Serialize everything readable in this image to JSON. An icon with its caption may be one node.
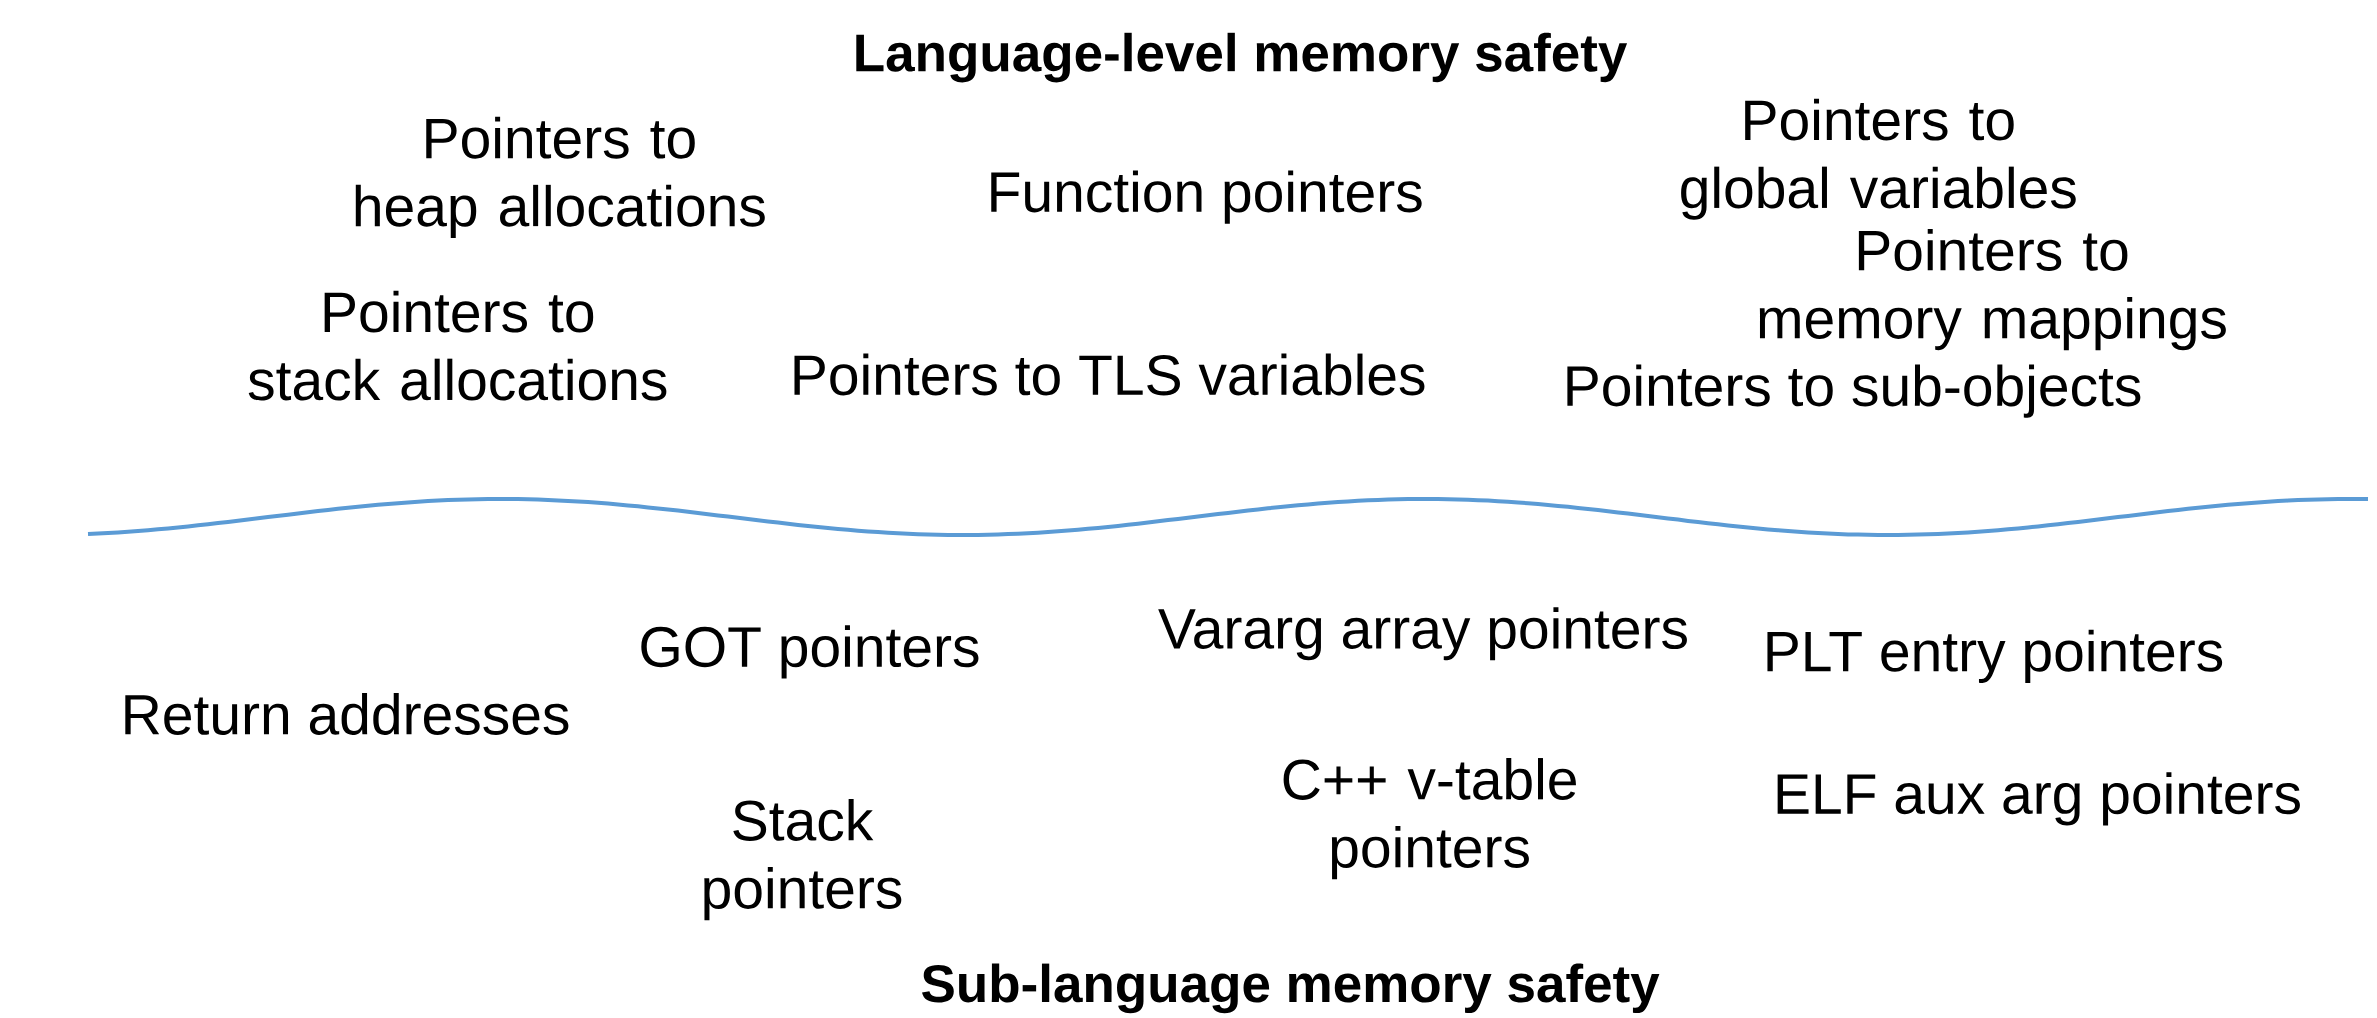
{
  "diagram": {
    "title": "Language-level memory safety",
    "labels": [
      "Pointers to global variables",
      "Pointers to heap allocations",
      "Function pointers",
      "Pointers to memory mappings",
      "Pointers to stack allocations",
      "Pointers to TLS variables",
      "Pointers to sub-objects",
      "Vararg array pointers",
      "GOT pointers",
      "PLT entry pointers",
      "Return addresses",
      "ELF aux arg pointers",
      "C++ v-table pointers",
      "Stack pointers",
      "Sub-language memory safety"
    ]
  }
}
